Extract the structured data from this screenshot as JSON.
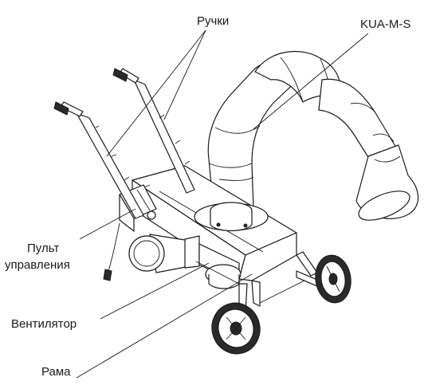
{
  "labels": {
    "handles": "Ручки",
    "arm": "KUA-M-S",
    "control_panel_line1": "Пульт",
    "control_panel_line2": "управления",
    "fan": "Вентилятор",
    "frame": "Рама"
  },
  "colors": {
    "line": "#1a1a1a",
    "fill": "#ffffff",
    "dark_parts": "#2a2a2a"
  }
}
